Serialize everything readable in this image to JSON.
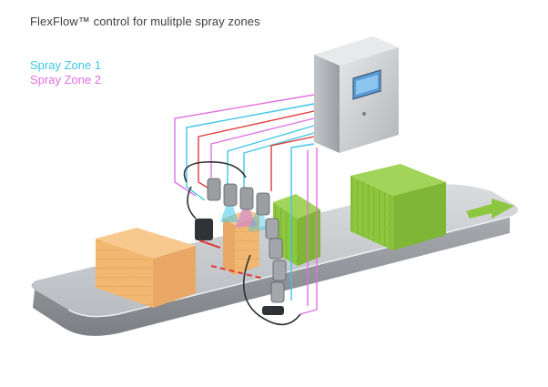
{
  "title": "FlexFlow™ control for mulitple spray zones",
  "legend": {
    "zone1": {
      "label": "Spray Zone 1",
      "color": "#3fc6e8"
    },
    "zone2": {
      "label": "Spray Zone 2",
      "color": "#e070e0"
    }
  },
  "colors": {
    "power_line": "#e03a3a",
    "conveyor_belt": "#c9cbce",
    "box_unsprayed": "#f2b872",
    "box_sprayed": "#8dc63f",
    "flow_arrow": "#8dc63f",
    "control_cabinet": "#d4d6d9"
  },
  "icons": {
    "control_cabinet": "control-cabinet-icon",
    "spray_nozzle": "spray-nozzle-icon",
    "direction_arrow": "arrow-right-icon"
  }
}
